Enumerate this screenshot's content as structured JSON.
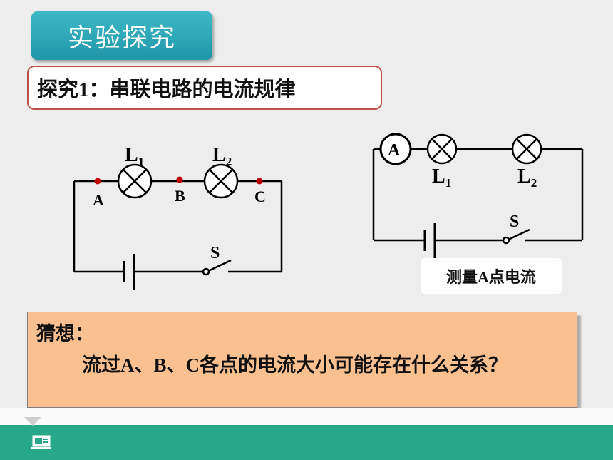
{
  "header": {
    "title": "实验探究"
  },
  "topic": {
    "label": "探究1：串联电路的电流规律"
  },
  "left_circuit": {
    "lamp1": {
      "letter": "L",
      "sub": "1"
    },
    "lamp2": {
      "letter": "L",
      "sub": "2"
    },
    "point_a": "A",
    "point_b": "B",
    "point_c": "C",
    "switch": "S",
    "point_color": "#c00000"
  },
  "right_circuit": {
    "ammeter": "A",
    "lamp1": {
      "letter": "L",
      "sub": "1"
    },
    "lamp2": {
      "letter": "L",
      "sub": "2"
    },
    "switch": "S",
    "caption": "测量A点电流"
  },
  "guess": {
    "heading": "猜想：",
    "text": "流过A、B、C各点的电流大小可能存在什么关系？"
  },
  "colors": {
    "accent": "#27a889",
    "title_tab": "#2aa7b7",
    "topic_border": "#c0504d",
    "guess_bg": "#fac08f"
  },
  "footer": {
    "icon": "slide-show-icon"
  }
}
